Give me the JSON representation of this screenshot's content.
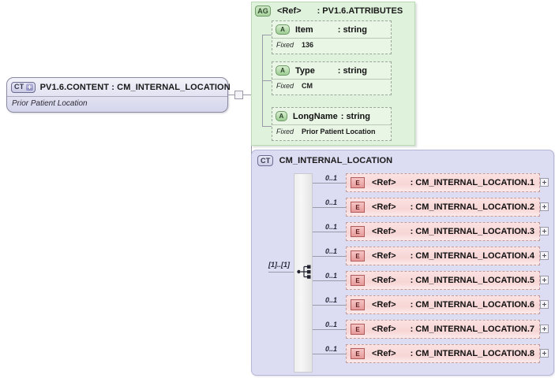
{
  "root": {
    "badge": "CT",
    "badge_icon": "ct-plus-icon",
    "title": "PV1.6.CONTENT : CM_INTERNAL_LOCATION",
    "description": "Prior Patient Location"
  },
  "attribute_group": {
    "badge": "AG",
    "ref": "<Ref>",
    "name": ": PV1.6.ATTRIBUTES",
    "fixed_label": "Fixed",
    "attributes": [
      {
        "badge": "A",
        "name": "Item",
        "type": ": string",
        "fixed_label": "Fixed",
        "fixed_value": "136"
      },
      {
        "badge": "A",
        "name": "Type",
        "type": ": string",
        "fixed_label": "Fixed",
        "fixed_value": "CM"
      },
      {
        "badge": "A",
        "name": "LongName",
        "type": ": string",
        "fixed_label": "Fixed",
        "fixed_value": "Prior Patient Location"
      }
    ]
  },
  "complex_type": {
    "badge": "CT",
    "title": "CM_INTERNAL_LOCATION",
    "cardinality": "[1]..[1]",
    "compositor": "sequence-icon",
    "elements": [
      {
        "badge": "E",
        "ref": "<Ref>",
        "name": ": CM_INTERNAL_LOCATION.1",
        "occurrence": "0..1",
        "expand": "plus-icon"
      },
      {
        "badge": "E",
        "ref": "<Ref>",
        "name": ": CM_INTERNAL_LOCATION.2",
        "occurrence": "0..1",
        "expand": "plus-icon"
      },
      {
        "badge": "E",
        "ref": "<Ref>",
        "name": ": CM_INTERNAL_LOCATION.3",
        "occurrence": "0..1",
        "expand": "plus-icon"
      },
      {
        "badge": "E",
        "ref": "<Ref>",
        "name": ": CM_INTERNAL_LOCATION.4",
        "occurrence": "0..1",
        "expand": "plus-icon"
      },
      {
        "badge": "E",
        "ref": "<Ref>",
        "name": ": CM_INTERNAL_LOCATION.5",
        "occurrence": "0..1",
        "expand": "plus-icon"
      },
      {
        "badge": "E",
        "ref": "<Ref>",
        "name": ": CM_INTERNAL_LOCATION.6",
        "occurrence": "0..1",
        "expand": "plus-icon"
      },
      {
        "badge": "E",
        "ref": "<Ref>",
        "name": ": CM_INTERNAL_LOCATION.7",
        "occurrence": "0..1",
        "expand": "plus-icon"
      },
      {
        "badge": "E",
        "ref": "<Ref>",
        "name": ": CM_INTERNAL_LOCATION.8",
        "occurrence": "0..1",
        "expand": "plus-icon"
      }
    ]
  },
  "colors": {
    "attribute_group_bg": "#dff2dc",
    "complex_type_bg": "#dcdcf2",
    "element_bg": "#f7d5d5",
    "root_bg": "#e2e2f2",
    "connector": "#9a9aa8"
  }
}
